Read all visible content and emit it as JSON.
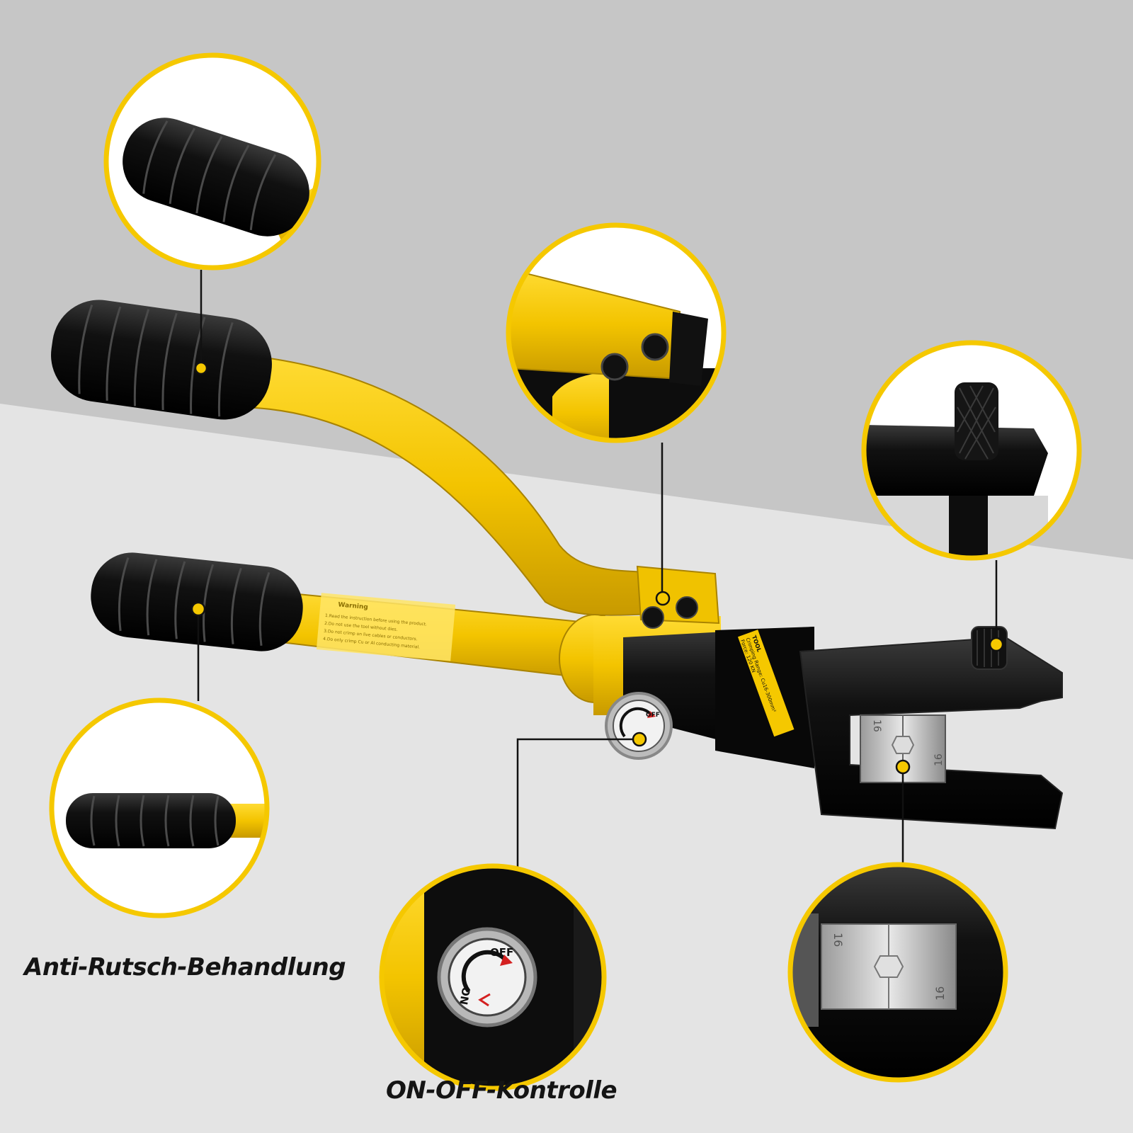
{
  "captions": {
    "anti_slip": "Anti-Rutsch-Behandlung",
    "on_off": "ON-OFF-Kontrolle"
  },
  "tool_label": {
    "warning_title": "Warning",
    "rules": [
      "1.Read the instruction before using the product.",
      "2.Do not use the tool without dies.",
      "3.Do not crimp on live cables or conductors.",
      "4.Do only crimp Cu or Al conducting material."
    ],
    "body_text": [
      "TOOL",
      "Crimping Range: Cu16-300mm²",
      "Force: 120 KN"
    ]
  },
  "dial": {
    "on": "ON",
    "off": "OFF"
  },
  "die_marking": "16",
  "colors": {
    "background_top": "#c6c6c6",
    "background_bottom": "#e4e4e4",
    "accent_yellow": "#f5c800",
    "tool_black": "#0d0d0d",
    "arrow_red": "#d42020"
  }
}
